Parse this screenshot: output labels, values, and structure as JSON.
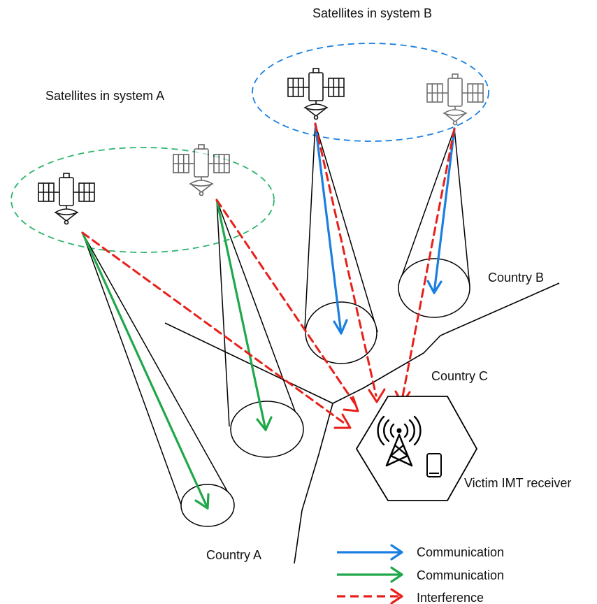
{
  "labels": {
    "system_a": "Satellites in system A",
    "system_b": "Satellites in system B",
    "country_a": "Country A",
    "country_b": "Country B",
    "country_c": "Country C",
    "victim": "Victim IMT receiver"
  },
  "legend": [
    {
      "label": "Communication",
      "color": "#1a7fe0",
      "style": "solid"
    },
    {
      "label": "Communication",
      "color": "#1fa84a",
      "style": "solid"
    },
    {
      "label": "Interference",
      "color": "#e8201a",
      "style": "dashed"
    }
  ],
  "colors": {
    "system_a_ellipse": "#2bb56a",
    "system_b_ellipse": "#1a7fe0",
    "outline": "#000000"
  },
  "icons": [
    "satellite-icon",
    "cell-tower-icon",
    "mobile-phone-icon"
  ]
}
